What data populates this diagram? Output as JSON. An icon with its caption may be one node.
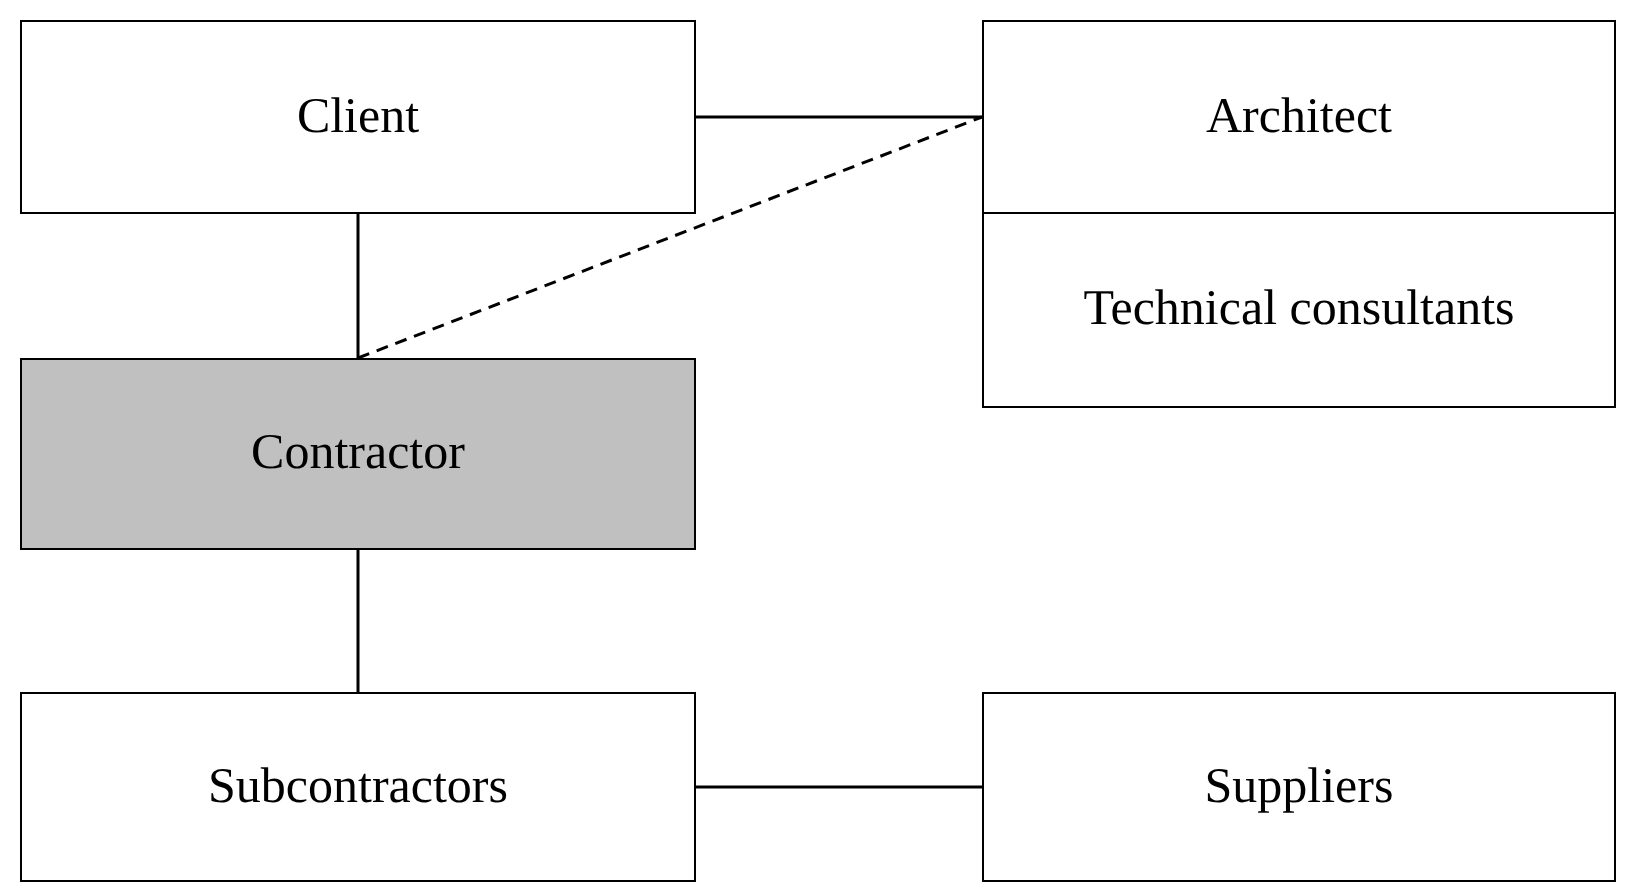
{
  "diagram": {
    "nodes": [
      {
        "text": [
          "Client"
        ]
      },
      {
        "text": [
          "Architect"
        ]
      },
      {
        "text": [
          "Technical consultants"
        ]
      },
      {
        "text": [
          "Contractor"
        ]
      },
      {
        "text": [
          "Subcontractors"
        ]
      },
      {
        "text": [
          "Suppliers"
        ]
      }
    ],
    "edges": [
      {
        "from": 0,
        "to": 1,
        "arrow": "none"
      },
      {
        "from": 0,
        "to": 3,
        "arrow": "none"
      },
      {
        "from": 3,
        "to": 1,
        "arrow": "none",
        "style": "dashed"
      },
      {
        "from": 3,
        "to": 4,
        "arrow": "none"
      },
      {
        "from": 4,
        "to": 5,
        "arrow": "none"
      }
    ]
  }
}
